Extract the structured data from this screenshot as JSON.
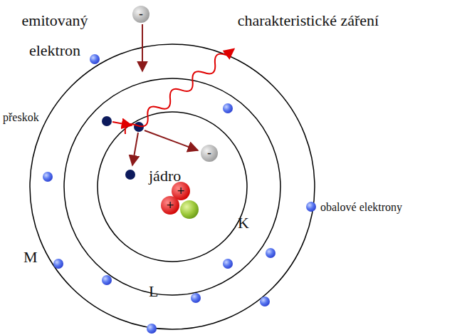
{
  "diagram": {
    "nodes": [
      {
        "text": [
          "-"
        ]
      },
      {
        "text": [
          "-"
        ]
      },
      {
        "text": [
          "+"
        ]
      },
      {
        "text": [
          "+"
        ]
      }
    ],
    "labels": [
      "emitovaný elektron",
      "charakteristické záření",
      "přeskok",
      "jádro",
      "obalové elektrony",
      "M",
      "L",
      "K"
    ]
  }
}
